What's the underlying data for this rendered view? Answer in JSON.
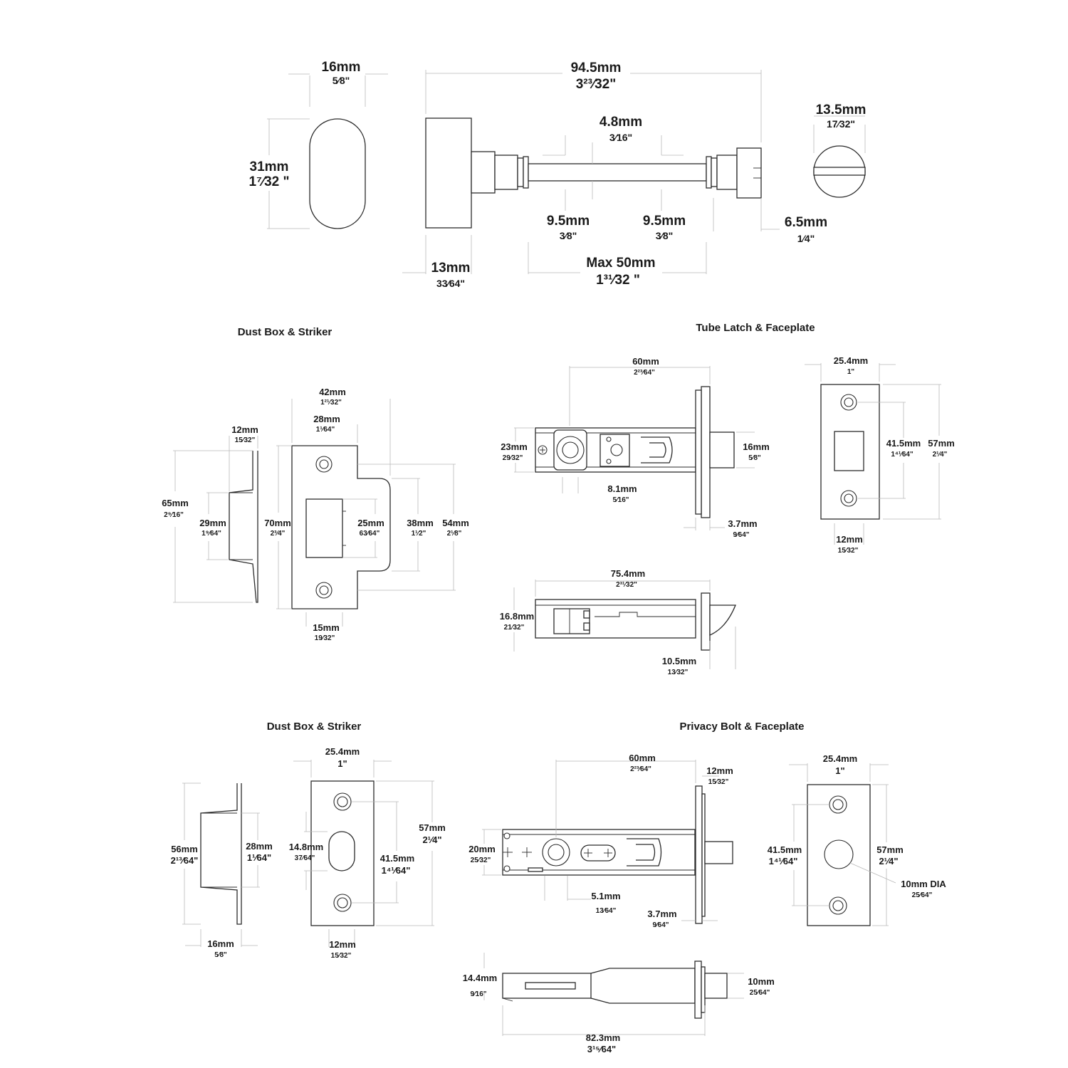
{
  "spindle_set": {
    "turn_width": {
      "mm": "16mm",
      "in": "5⁄8\""
    },
    "turn_height": {
      "mm": "31mm",
      "in": "1⁷⁄32 \""
    },
    "overall_length": {
      "mm": "94.5mm",
      "in": "3²³⁄32\""
    },
    "spindle": {
      "mm": "4.8mm",
      "in": "3⁄16\""
    },
    "release_dia": {
      "mm": "13.5mm",
      "in": "17⁄32\""
    },
    "left_collar": {
      "mm": "9.5mm",
      "in": "3⁄8\""
    },
    "right_collar": {
      "mm": "9.5mm",
      "in": "3⁄8\""
    },
    "end_cap": {
      "mm": "6.5mm",
      "in": "1⁄4\""
    },
    "rose_depth": {
      "mm": "13mm",
      "in": "33⁄64\""
    },
    "max_door": {
      "mm": "Max 50mm",
      "in": "1³¹⁄32 \""
    }
  },
  "striker_top": {
    "title": "Dust Box & Striker",
    "box_depth": {
      "mm": "12mm",
      "in": "15⁄32\""
    },
    "box_height": {
      "mm": "65mm",
      "in": "2⁹⁄16\""
    },
    "box_inner": {
      "mm": "29mm",
      "in": "1⁹⁄64\""
    },
    "plate_height": {
      "mm": "70mm",
      "in": "2³⁄4\""
    },
    "plate_width": {
      "mm": "42mm",
      "in": "1²¹⁄32\""
    },
    "plate_body": {
      "mm": "28mm",
      "in": "1¹⁄64\""
    },
    "window": {
      "mm": "25mm",
      "in": "63⁄64\""
    },
    "lip": {
      "mm": "38mm",
      "in": "1¹⁄2\""
    },
    "lip_outer": {
      "mm": "54mm",
      "in": "2¹⁄8\""
    },
    "window_offset": {
      "mm": "15mm",
      "in": "19⁄32\""
    }
  },
  "tube_latch": {
    "title": "Tube Latch & Faceplate",
    "body_length": {
      "mm": "60mm",
      "in": "2²³⁄64\""
    },
    "body_height": {
      "mm": "23mm",
      "in": "29⁄32\""
    },
    "spindle_sq": {
      "mm": "8.1mm",
      "in": "5⁄16\""
    },
    "latch_height": {
      "mm": "16mm",
      "in": "5⁄8\""
    },
    "plate_thk": {
      "mm": "3.7mm",
      "in": "9⁄64\""
    },
    "plate_width": {
      "mm": "25.4mm",
      "in": "1\""
    },
    "plate_screws": {
      "mm": "41.5mm",
      "in": "1⁴¹⁄64\""
    },
    "plate_height": {
      "mm": "57mm",
      "in": "2¹⁄4\""
    },
    "plate_window": {
      "mm": "12mm",
      "in": "15⁄32\""
    },
    "side_length": {
      "mm": "75.4mm",
      "in": "2³¹⁄32\""
    },
    "side_height": {
      "mm": "16.8mm",
      "in": "21⁄32\""
    },
    "throw": {
      "mm": "10.5mm",
      "in": "13⁄32\""
    }
  },
  "striker_bottom": {
    "title": "Dust Box & Striker",
    "plate_width": {
      "mm": "25.4mm",
      "in": "1\""
    },
    "box_height": {
      "mm": "56mm",
      "in": "2¹³⁄64\""
    },
    "box_inner": {
      "mm": "28mm",
      "in": "1¹⁄64\""
    },
    "hole": {
      "mm": "14.8mm",
      "in": "37⁄64\""
    },
    "screws": {
      "mm": "41.5mm",
      "in": "1⁴¹⁄64\""
    },
    "plate_height": {
      "mm": "57mm",
      "in": "2¹⁄4\""
    },
    "box_depth": {
      "mm": "16mm",
      "in": "5⁄8\""
    },
    "hole_width": {
      "mm": "12mm",
      "in": "15⁄32\""
    }
  },
  "privacy_bolt": {
    "title": "Privacy Bolt & Faceplate",
    "body_length": {
      "mm": "60mm",
      "in": "2²³⁄64\""
    },
    "plate_thk_top": {
      "mm": "12mm",
      "in": "15⁄32\""
    },
    "body_height": {
      "mm": "20mm",
      "in": "25⁄32\""
    },
    "spindle": {
      "mm": "5.1mm",
      "in": "13⁄64\""
    },
    "plate_thk": {
      "mm": "3.7mm",
      "in": "9⁄64\""
    },
    "plate_width": {
      "mm": "25.4mm",
      "in": "1\""
    },
    "plate_screws": {
      "mm": "41.5mm",
      "in": "1⁴¹⁄64\""
    },
    "plate_height": {
      "mm": "57mm",
      "in": "2¹⁄4\""
    },
    "bolt_dia": {
      "mm": "10mm DIA",
      "in": "25⁄64\""
    },
    "side_height": {
      "mm": "14.4mm",
      "in": "9⁄16\""
    },
    "bolt_height": {
      "mm": "10mm",
      "in": "25⁄64\""
    },
    "side_length": {
      "mm": "82.3mm",
      "in": "3¹⁵⁄64\""
    }
  }
}
